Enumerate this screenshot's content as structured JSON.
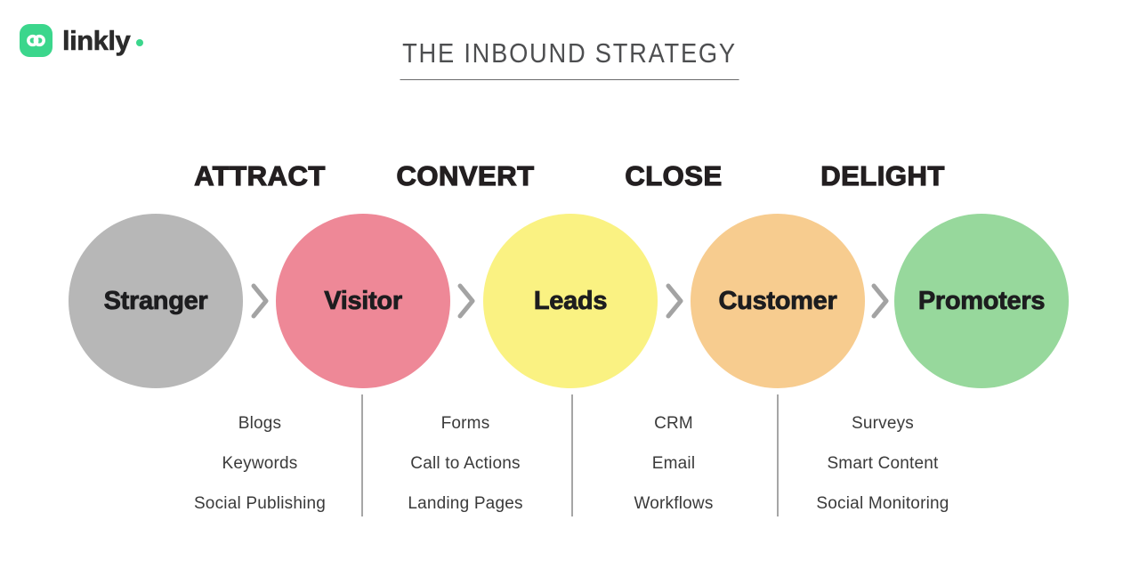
{
  "brand": {
    "name": "linkly",
    "accent_color": "#3bd68c"
  },
  "title": "THE INBOUND STRATEGY",
  "funnel": {
    "personas": [
      {
        "name": "Stranger",
        "color": "#b7b7b7"
      },
      {
        "name": "Visitor",
        "color": "#ee8897"
      },
      {
        "name": "Leads",
        "color": "#faf282"
      },
      {
        "name": "Customer",
        "color": "#f7cc8f"
      },
      {
        "name": "Promoters",
        "color": "#97d89c"
      }
    ],
    "stages": [
      {
        "label": "ATTRACT",
        "tools": [
          "Blogs",
          "Keywords",
          "Social Publishing"
        ]
      },
      {
        "label": "CONVERT",
        "tools": [
          "Forms",
          "Call to Actions",
          "Landing Pages"
        ]
      },
      {
        "label": "CLOSE",
        "tools": [
          "CRM",
          "Email",
          "Workflows"
        ]
      },
      {
        "label": "DELIGHT",
        "tools": [
          "Surveys",
          "Smart Content",
          "Social Monitoring"
        ]
      }
    ]
  },
  "icons": {
    "logo": "link-infinity-icon",
    "arrow": "chevron-right-icon"
  }
}
